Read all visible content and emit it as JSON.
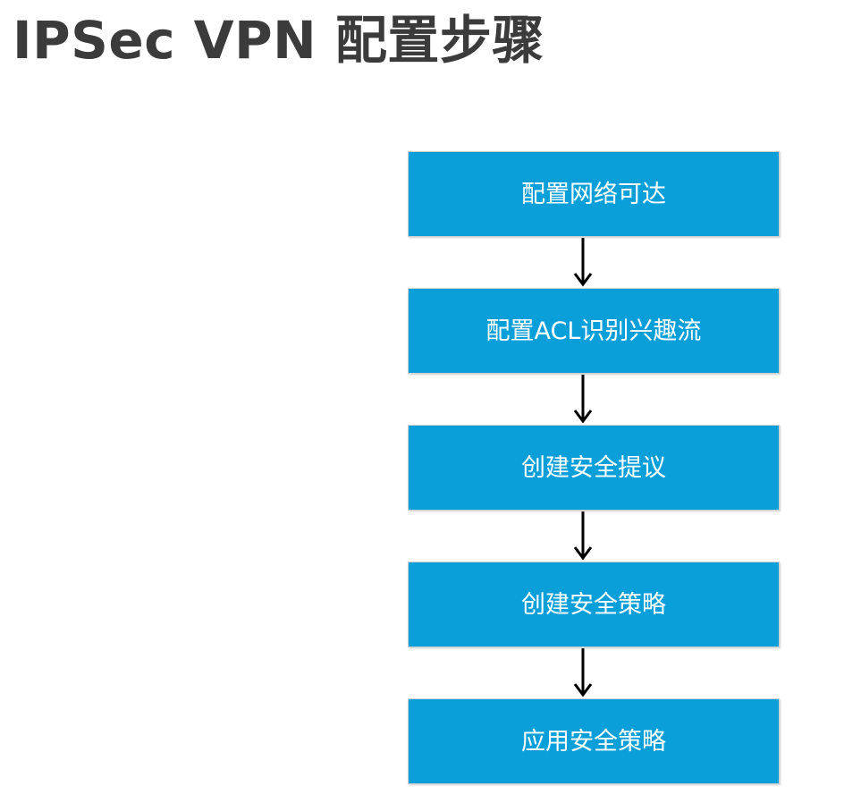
{
  "title": "IPSec VPN 配置步骤",
  "colors": {
    "step_fill": "#0b9fd9",
    "step_text": "#ffffff",
    "title_text": "#3b3b3b",
    "arrow": "#000000"
  },
  "steps": [
    {
      "label": "配置网络可达"
    },
    {
      "label": "配置ACL识别兴趣流"
    },
    {
      "label": "创建安全提议"
    },
    {
      "label": "创建安全策略"
    },
    {
      "label": "应用安全策略"
    }
  ]
}
